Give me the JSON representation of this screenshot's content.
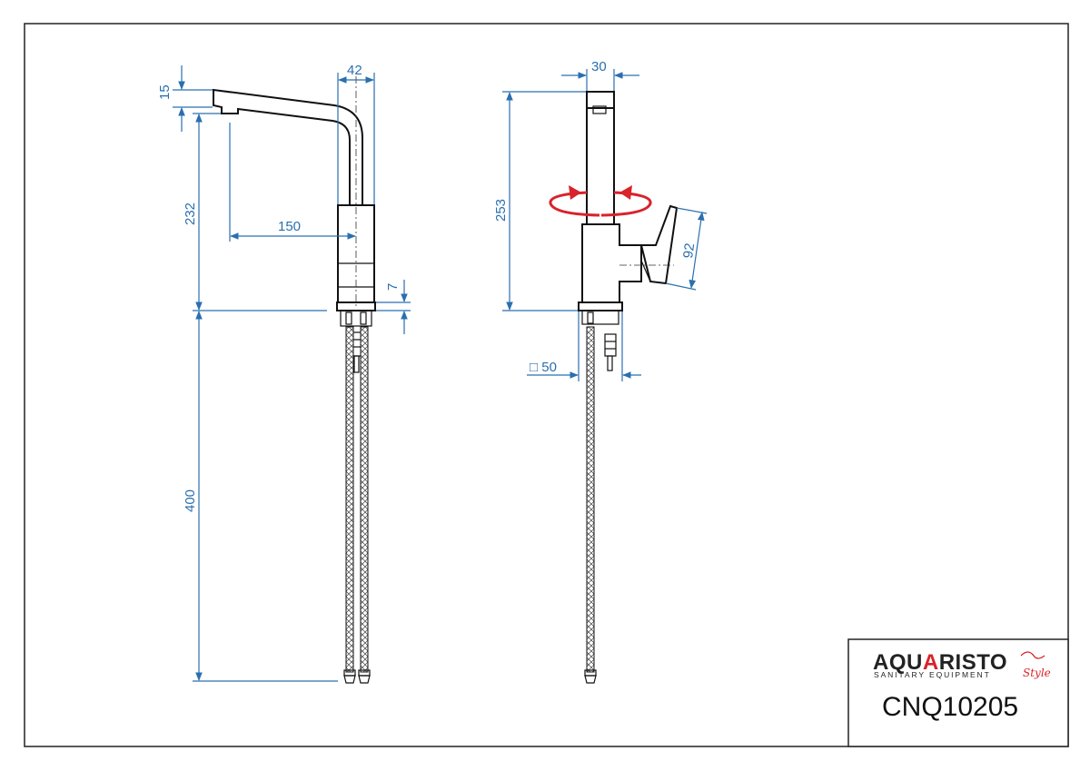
{
  "drawing": {
    "side_view": {
      "dimensions": {
        "spout_height": "15",
        "body_width": "42",
        "spout_clearance": "232",
        "spout_reach": "150",
        "base_thickness": "7",
        "hose_length": "400"
      }
    },
    "front_view": {
      "dimensions": {
        "body_width": "30",
        "total_height": "253",
        "handle_length": "92",
        "base_square": "□ 50"
      },
      "rotation_indicator": "swivel-arrows"
    }
  },
  "title_block": {
    "brand": {
      "prefix": "AQU",
      "accent": "A",
      "suffix": "RISTO"
    },
    "tagline": "SANITARY EQUIPMENT",
    "script": "Style",
    "product_code": "CNQ10205",
    "brand_color": "#d8232a"
  },
  "colors": {
    "dimension": "#2a6fb0",
    "outline": "#111111",
    "rotation_arrow": "#d8232a"
  }
}
